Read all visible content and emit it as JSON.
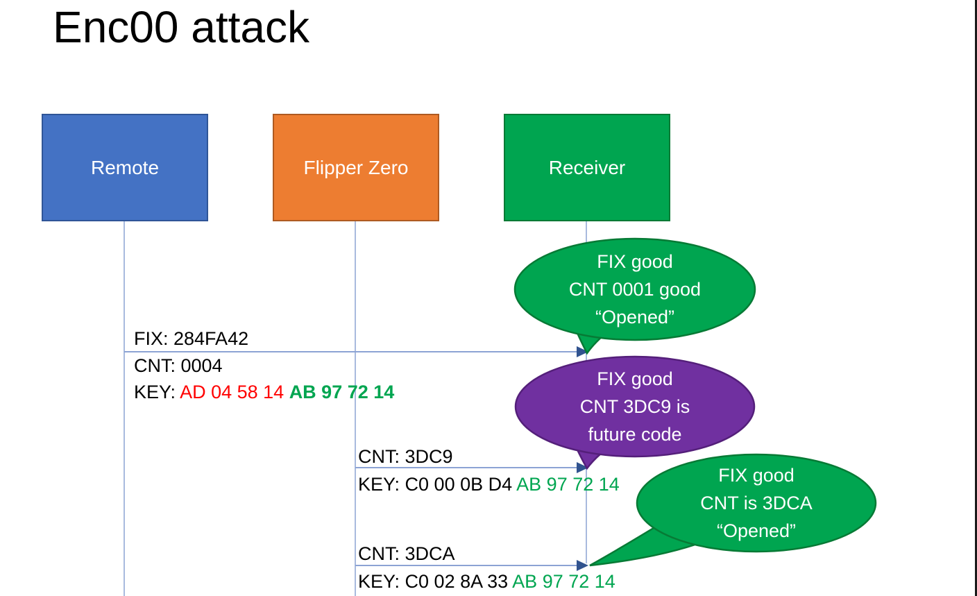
{
  "title": "Enc00 attack",
  "colors": {
    "remote-box": "#4472C4",
    "remote-border": "#2F5597",
    "flipper-box": "#ED7D31",
    "flipper-border": "#AE5A21",
    "receiver-box": "#00A550",
    "receiver-border": "#077A35",
    "green-bubble": "#00A550",
    "green-border": "#077A35",
    "purple-bubble": "#7030A0",
    "purple-border": "#541F7A",
    "connector": "#8CA3D4",
    "arrowhead": "#31538F",
    "text-black": "#000000",
    "text-red": "#FF0000",
    "text-green": "#00A550"
  },
  "actors": [
    {
      "label": "Remote"
    },
    {
      "label": "Flipper Zero"
    },
    {
      "label": "Receiver"
    }
  ],
  "messages": [
    {
      "fix": "FIX: 284FA42",
      "cnt": "CNT: 0004",
      "key_prefix": "KEY: ",
      "key_red": "AD 04 58 14 ",
      "key_green": "AB 97 72 14"
    },
    {
      "cnt": "CNT: 3DC9",
      "key_prefix": "KEY: C0 00 0B D4 ",
      "key_green": "AB 97 72 14"
    },
    {
      "cnt": "CNT: 3DCA",
      "key_prefix": "KEY: C0 02 8A 33 ",
      "key_green": "AB 97 72 14"
    }
  ],
  "bubbles": [
    {
      "lines": [
        "FIX good",
        "CNT 0001 good",
        "“Opened”"
      ]
    },
    {
      "lines": [
        "FIX good",
        "CNT 3DC9 is",
        "future code"
      ]
    },
    {
      "lines": [
        "FIX good",
        "CNT is 3DCA",
        "“Opened”"
      ]
    }
  ]
}
